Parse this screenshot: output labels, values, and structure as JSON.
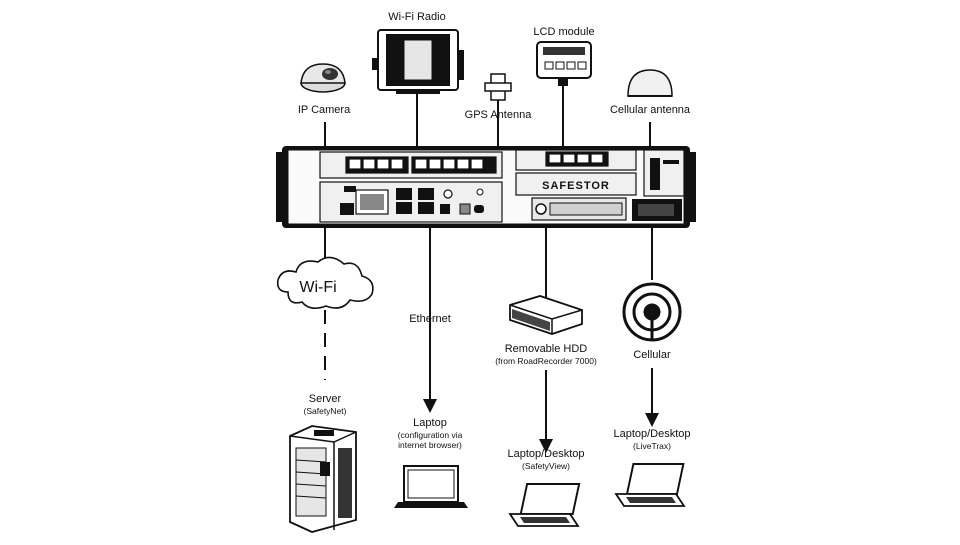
{
  "labels": {
    "wifi_radio": "Wi-Fi Radio",
    "lcd_module": "LCD module",
    "ip_camera": "IP Camera",
    "gps_antenna": "GPS Antenna",
    "cellular_antenna": "Cellular antenna",
    "brand": "SAFESTOR",
    "wifi_cloud": "Wi-Fi",
    "ethernet": "Ethernet",
    "removable_hdd": "Removable HDD",
    "removable_hdd_sub": "(from RoadRecorder 7000)",
    "cellular": "Cellular",
    "server": "Server",
    "server_sub": "(SafetyNet)",
    "laptop_config": "Laptop",
    "laptop_config_sub1": "(configuration via",
    "laptop_config_sub2": "internet browser)",
    "laptop_safetyview": "Laptop/Desktop",
    "laptop_safetyview_sub": "(SafetyView)",
    "laptop_livetrax": "Laptop/Desktop",
    "laptop_livetrax_sub": "(LiveTrax)"
  },
  "colors": {
    "line": "#111111",
    "panel": "#f2f2f2",
    "dark": "#1a1a1a"
  },
  "icons": [
    "ip-camera-icon",
    "wifi-radio-icon",
    "gps-antenna-icon",
    "lcd-module-icon",
    "cellular-antenna-icon",
    "cloud-icon",
    "hdd-icon",
    "cellular-signal-icon",
    "server-icon",
    "laptop-icon"
  ]
}
